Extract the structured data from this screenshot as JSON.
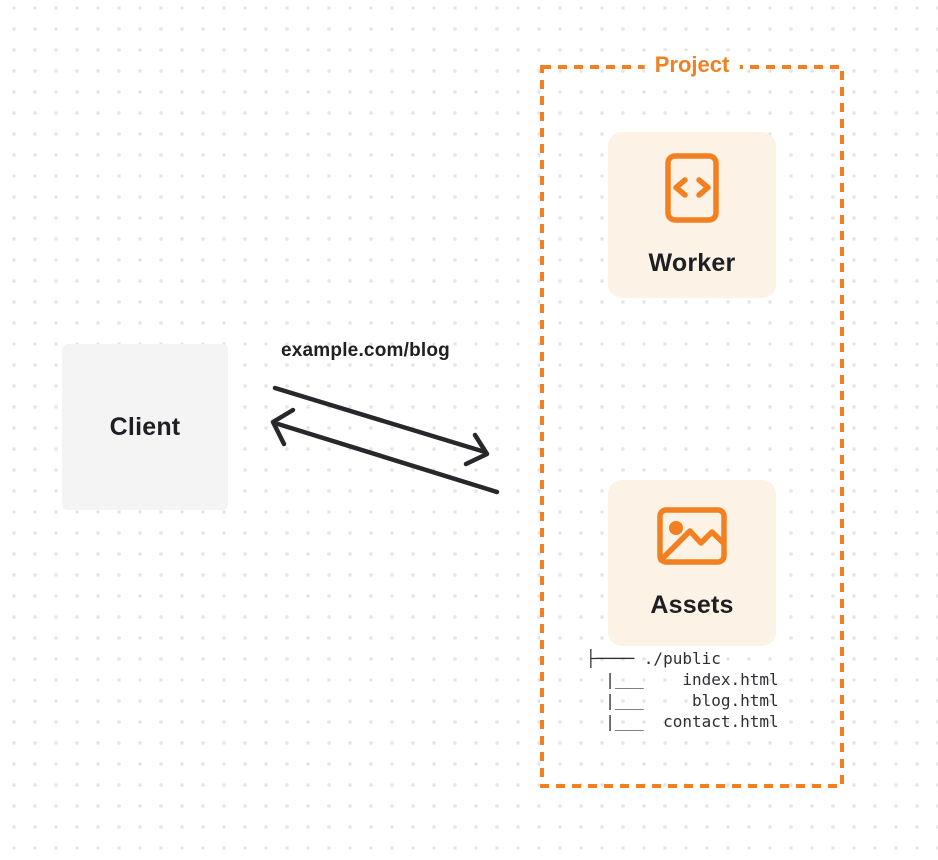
{
  "diagram": {
    "client": {
      "label": "Client"
    },
    "request_label": "example.com/blog",
    "arrows": [
      {
        "name": "request-arrow",
        "direction": "client-to-project"
      },
      {
        "name": "response-arrow",
        "direction": "project-to-client"
      }
    ],
    "project": {
      "title": "Project",
      "nodes": [
        {
          "id": "worker",
          "label": "Worker",
          "icon": "code-file-icon"
        },
        {
          "id": "assets",
          "label": "Assets",
          "icon": "image-icon"
        }
      ],
      "file_tree": {
        "root": "./public",
        "files": [
          "index.html",
          "blog.html",
          "contact.html"
        ],
        "ascii_art": "├──── ./public\n  |___    index.html\n  |___     blog.html\n  |___  contact.html"
      }
    },
    "colors": {
      "accent_orange": "#f28021",
      "card_cream": "#fcf2e5",
      "client_gray": "#f4f4f5",
      "ink": "#28282c",
      "dot_grid": "#e4e4e7"
    }
  }
}
